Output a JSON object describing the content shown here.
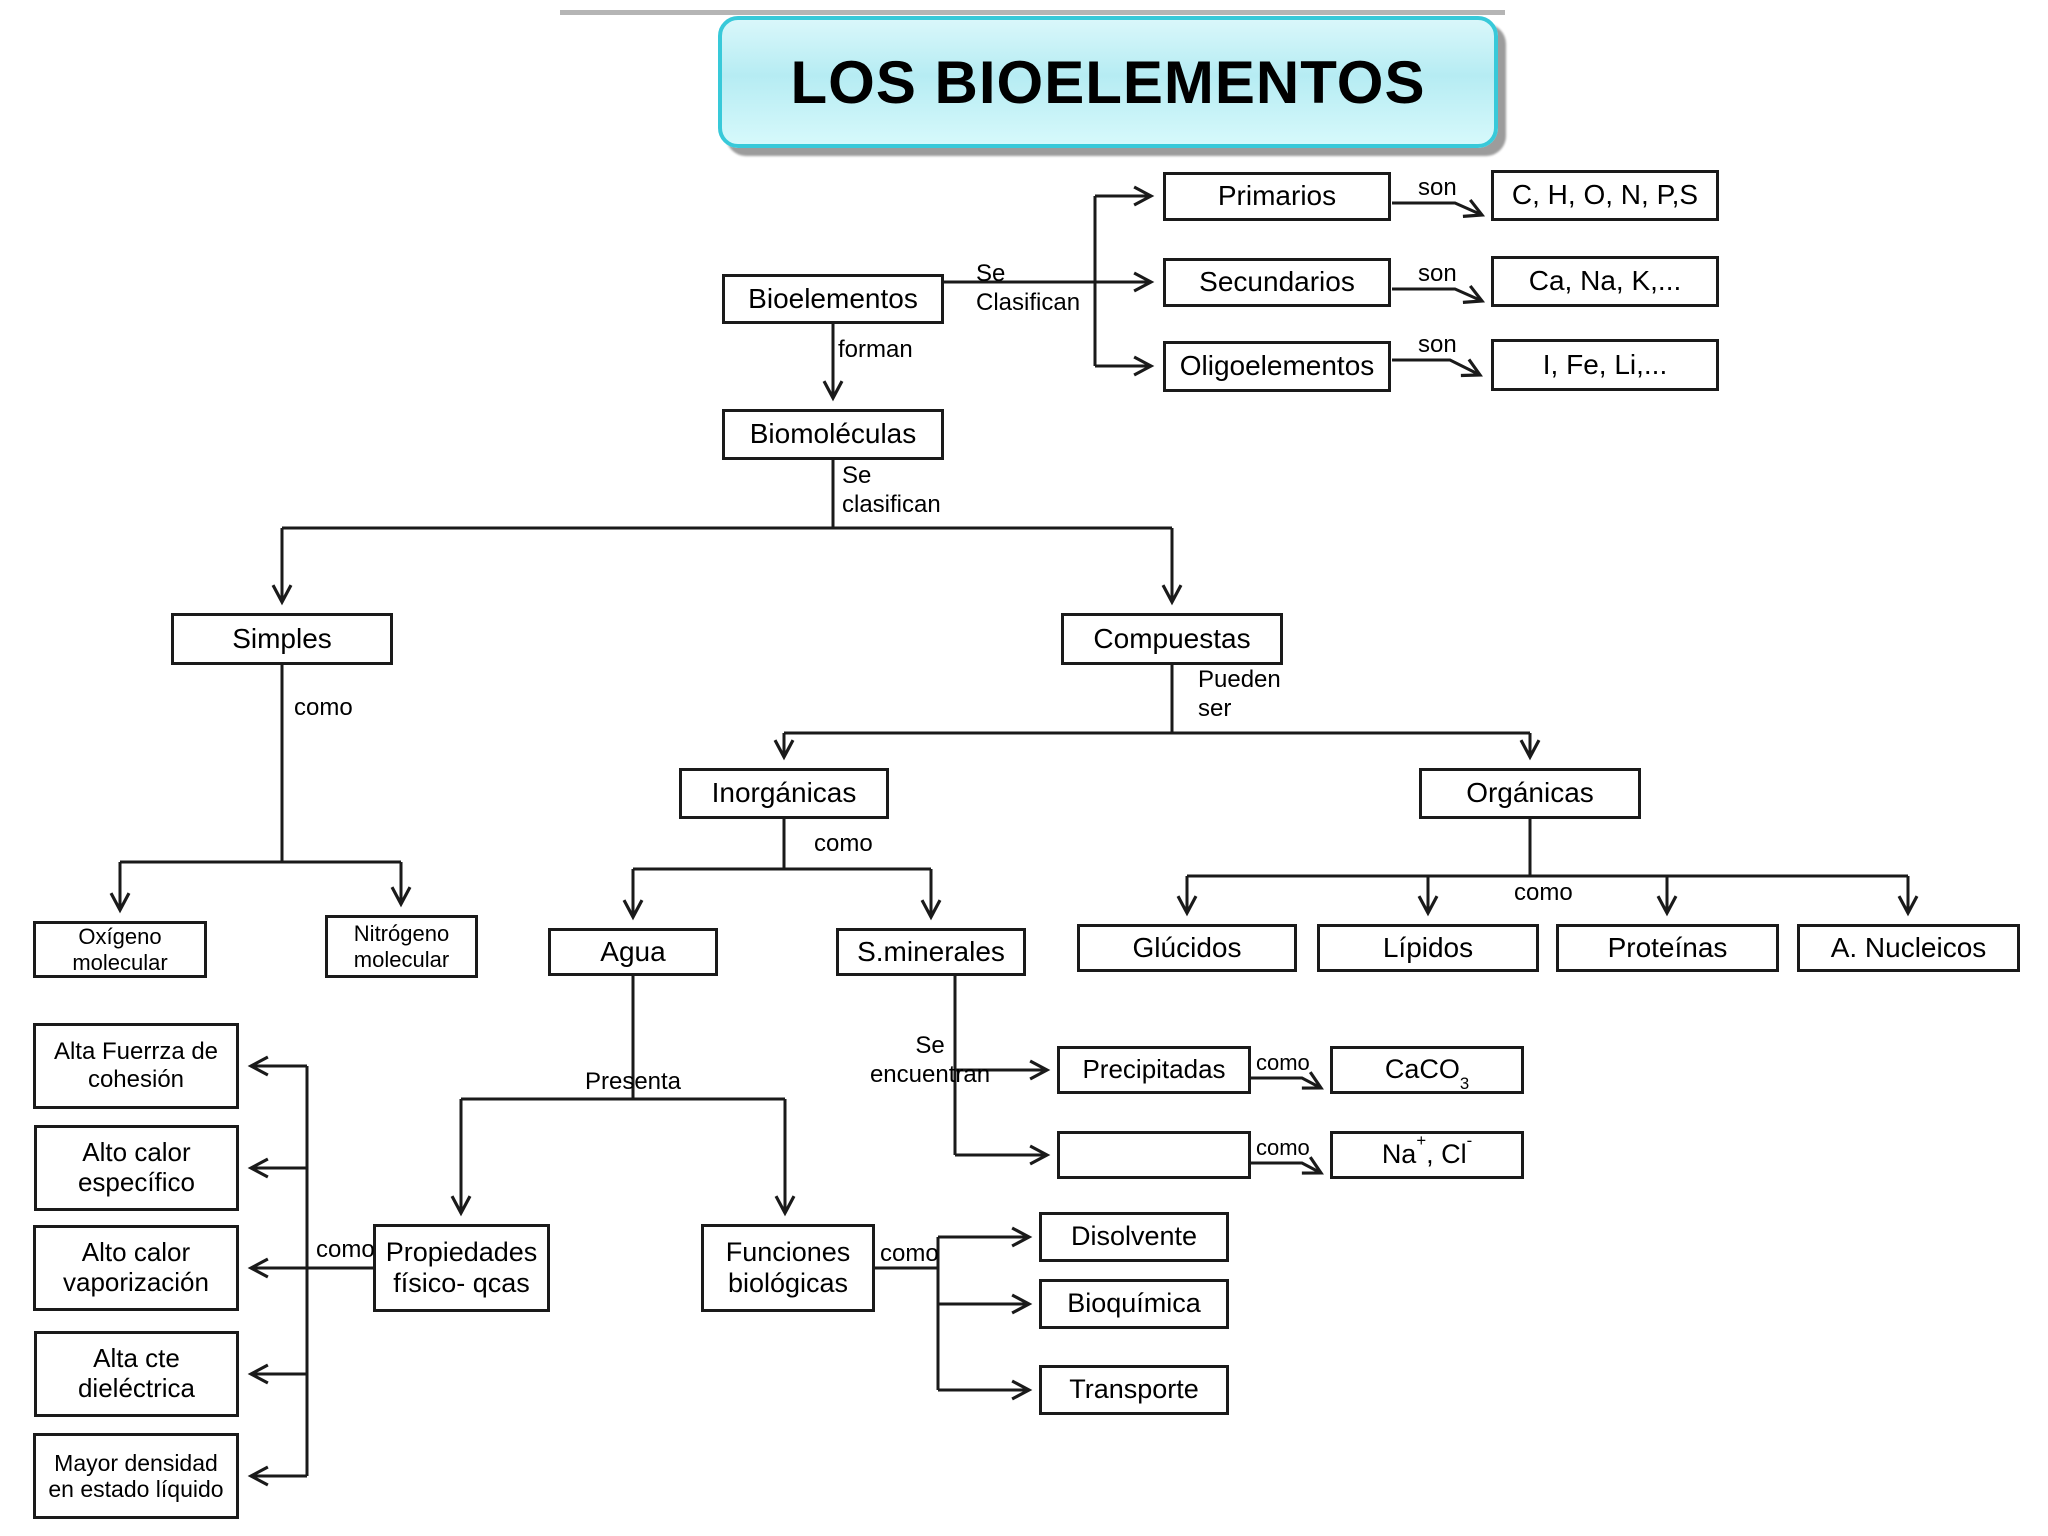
{
  "title": "LOS BIOELEMENTOS",
  "nodes": {
    "bioelementos": "Bioelementos",
    "primarios": "Primarios",
    "primarios_son": "C, H, O, N, P,S",
    "secundarios": "Secundarios",
    "secundarios_son": "Ca, Na, K,...",
    "oligoelementos": "Oligoelementos",
    "oligoelementos_son": "I, Fe, Li,...",
    "biomoleculas": "Biomoléculas",
    "simples": "Simples",
    "compuestas": "Compuestas",
    "inorganicas": "Inorgánicas",
    "organicas": "Orgánicas",
    "oxigeno_molecular": "Oxígeno\nmolecular",
    "nitrogeno_molecular": "Nitrógeno\nmolecular",
    "agua": "Agua",
    "s_minerales": "S.minerales",
    "glucidos": "Glúcidos",
    "lipidos": "Lípidos",
    "proteinas": "Proteínas",
    "a_nucleicos": "A. Nucleicos",
    "alta_fuerza_cohesion": "Alta Fuerrza de\ncohesión",
    "alto_calor_especifico": "Alto calor\nespecífico",
    "alto_calor_vaporizacion": "Alto calor\nvaporización",
    "alta_cte_dielectrica": "Alta cte\ndieléctrica",
    "mayor_densidad": "Mayor densidad\nen estado líquido",
    "propiedades_fisico_qcas": "Propiedades\nfísico- qcas",
    "funciones_biologicas": "Funciones\nbiológicas",
    "precipitadas": "Precipitadas",
    "caco3_base": "CaCO",
    "caco3_sub": "3",
    "na_base": "Na",
    "na_sup": "+",
    "cl_base": ", Cl",
    "cl_sup": "-",
    "disolvente": "Disolvente",
    "bioquimica": "Bioquímica",
    "transporte": "Transporte"
  },
  "labels": {
    "se_clasifican": "Se\nClasifican",
    "son_primarios": "son",
    "son_secundarios": "son",
    "son_oligoelementos": "son",
    "forman": "forman",
    "se_clasifican_bio": "Se\nclasifican",
    "como_simples": "como",
    "pueden_ser": "Pueden\nser",
    "como_inorganicas": "como",
    "como_organicas": "como",
    "presenta": "Presenta",
    "como_propiedades": "como",
    "se_encuentran": "Se\nencuentran",
    "como_precipitadas": "como",
    "como_disueltas": "como",
    "como_funciones": "como"
  },
  "colors": {
    "line": "#1a1a1a",
    "box_border": "#1a1a1a",
    "box_bg": "#ffffff",
    "title_border": "#38c9d9",
    "title_bg": "#c9f4f8",
    "title_shadow": "#9c9c9c",
    "text": "#000000"
  }
}
